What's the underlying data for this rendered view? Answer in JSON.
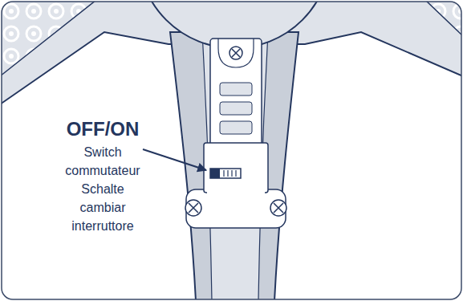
{
  "diagram": {
    "labels": [
      "OFF/ON",
      "Switch",
      "commutateur",
      "Schalte",
      "cambiar",
      "interruttore"
    ]
  }
}
